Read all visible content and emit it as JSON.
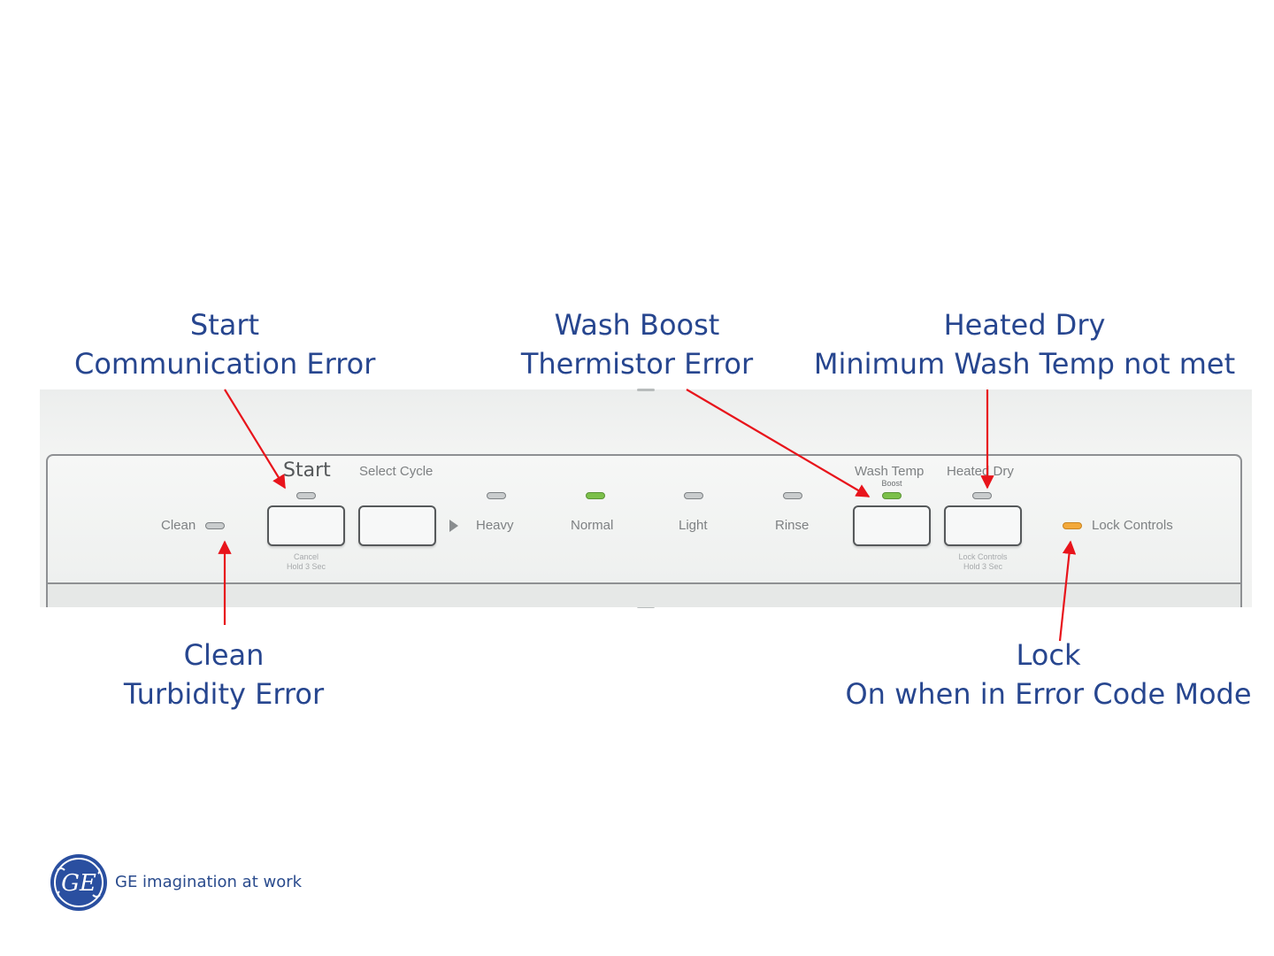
{
  "callouts": {
    "start": {
      "title": "Start",
      "subtitle": "Communication Error"
    },
    "wash_boost": {
      "title": "Wash Boost",
      "subtitle": "Thermistor Error"
    },
    "heated_dry": {
      "title": "Heated Dry",
      "subtitle": "Minimum Wash Temp not met"
    },
    "clean": {
      "title": "Clean",
      "subtitle": "Turbidity Error"
    },
    "lock": {
      "title": "Lock",
      "subtitle": "On when in Error Code Mode"
    }
  },
  "panel": {
    "clean_label": "Clean",
    "start_label": "Start",
    "start_sub": "Cancel\nHold 3 Sec",
    "select_cycle_label": "Select Cycle",
    "cycles": [
      "Heavy",
      "Normal",
      "Light",
      "Rinse"
    ],
    "wash_temp_label": "Wash Temp",
    "wash_temp_sub": "Boost",
    "heated_dry_label": "Heated Dry",
    "heated_dry_sub": "Lock Controls\nHold 3 Sec",
    "lock_label": "Lock Controls"
  },
  "colors": {
    "callout_text": "#27468f",
    "arrow": "#e8141b",
    "led_active": "#7cc04a",
    "led_lock": "#f3a93a"
  },
  "logo": {
    "mark": "GE",
    "tagline": "GE imagination at work"
  }
}
